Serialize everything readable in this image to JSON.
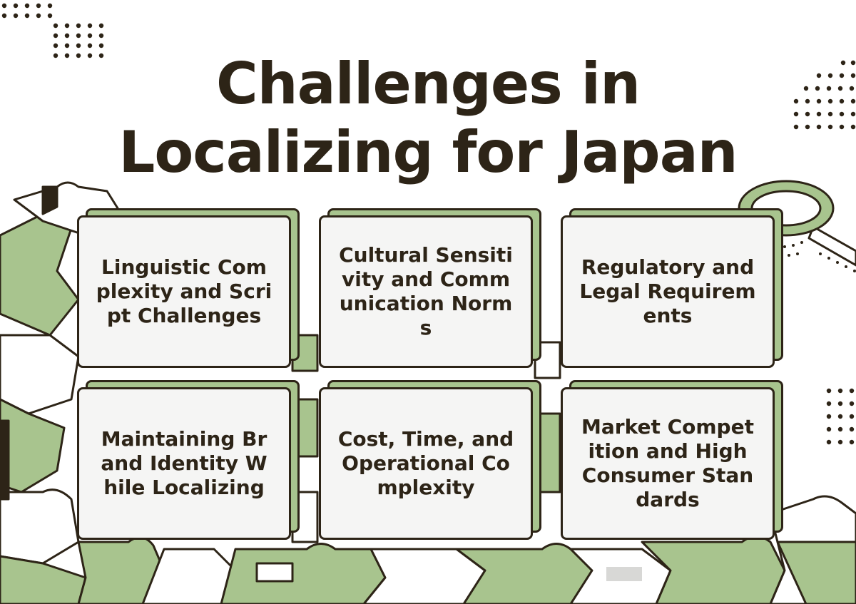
{
  "title": {
    "line1": "Challenges in",
    "line2": "Localizing for Japan"
  },
  "cards": [
    {
      "label": "Linguistic Complexity and Script Challenges"
    },
    {
      "label": "Cultural Sensitivity and Communication Norms"
    },
    {
      "label": "Regulatory and Legal Requirements"
    },
    {
      "label": "Maintaining Brand Identity While Localizing"
    },
    {
      "label": "Cost, Time, and Operational Complexity"
    },
    {
      "label": "Market Competition and High Consumer Standards"
    }
  ],
  "colors": {
    "ink": "#2d2417",
    "green": "#a8c48e",
    "card": "#f5f5f4",
    "background": "#ffffff"
  },
  "decorations": [
    "dot-pattern",
    "puzzle-pieces",
    "magnifying-glass-icon"
  ]
}
